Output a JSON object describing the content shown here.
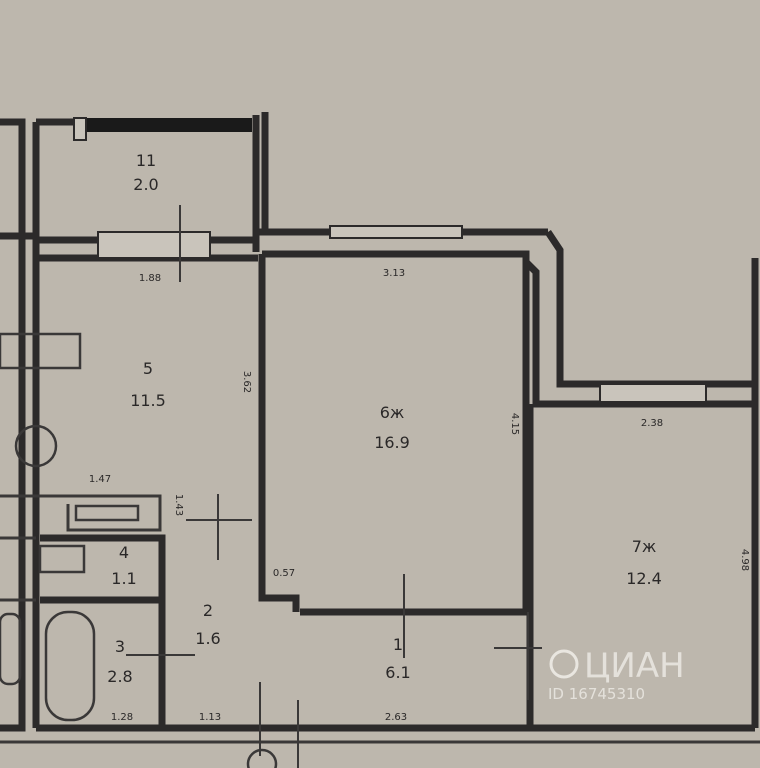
{
  "rooms": [
    {
      "number": "11",
      "area": "2.0"
    },
    {
      "number": "5",
      "area": "11.5"
    },
    {
      "number": "6ж",
      "area": "16.9"
    },
    {
      "number": "7ж",
      "area": "12.4"
    },
    {
      "number": "4",
      "area": "1.1"
    },
    {
      "number": "3",
      "area": "2.8"
    },
    {
      "number": "2",
      "area": "1.6"
    },
    {
      "number": "1",
      "area": "6.1"
    }
  ],
  "dimensions": {
    "d_1_88": "1.88",
    "d_3_13": "3.13",
    "d_2_38": "2.38",
    "d_1_47": "1.47",
    "d_0_57": "0.57",
    "d_3_62": "3.62",
    "d_4_15": "4.15",
    "d_1_43": "1.43",
    "d_1_28": "1.28",
    "d_1_13": "1.13",
    "d_2_63": "2.63",
    "d_4_98": "4.98"
  },
  "watermark": {
    "brand": "ЦИАН",
    "id": "ID 16745310"
  }
}
